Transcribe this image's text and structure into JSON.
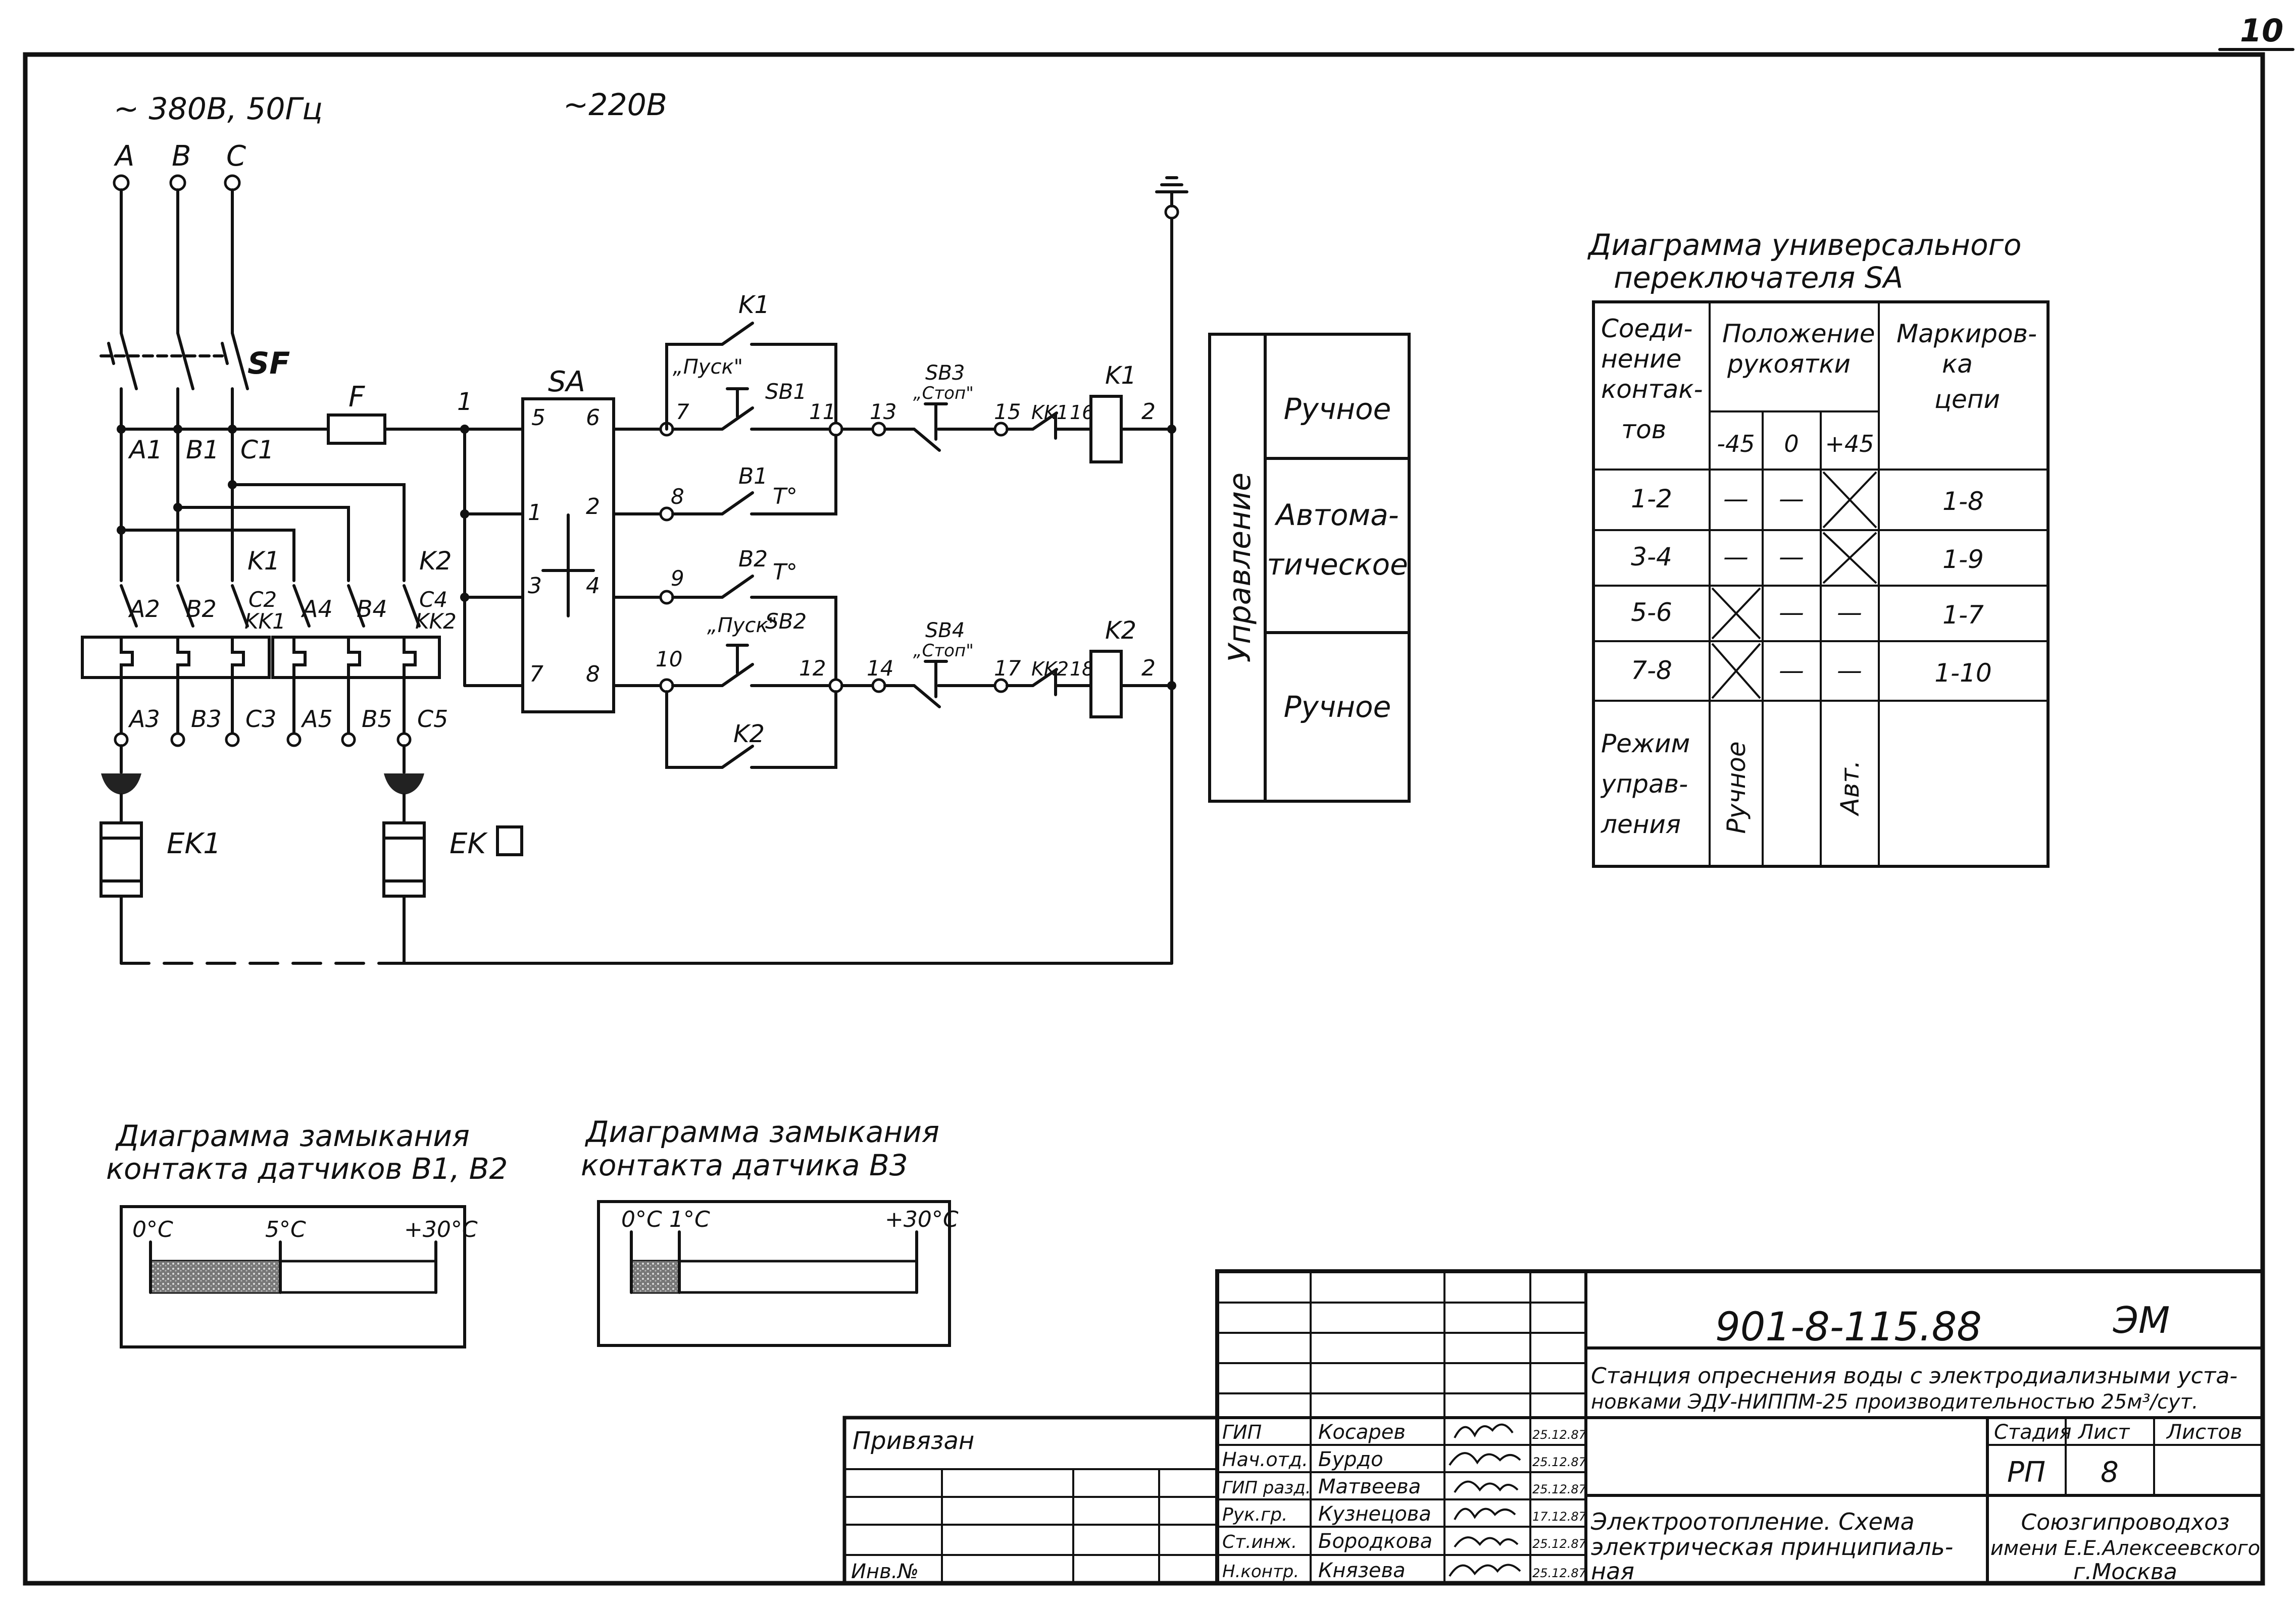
{
  "page_number": "10",
  "supply": {
    "three_phase": "~ 380В, 50Гц",
    "single_phase": "~220В",
    "phases": [
      "A",
      "B",
      "C"
    ]
  },
  "labels": {
    "sf": "SF",
    "fuse": "F",
    "sa": "SA",
    "a1": "A1",
    "b1": "B1",
    "c1": "C1",
    "a2": "A2",
    "b2": "B2",
    "c2": "C2",
    "a4": "A4",
    "b4": "B4",
    "c4": "C4",
    "k1c": "K1",
    "k2c": "K2",
    "kk1": "KK1",
    "kk2": "KK2",
    "a3": "A3",
    "b3": "B3",
    "c3": "C3",
    "a5": "A5",
    "b5": "B5",
    "c5": "C5",
    "ek1": "EK1",
    "ek2": "EK",
    "sa_pins": [
      "5",
      "6",
      "1",
      "2",
      "3",
      "4",
      "7",
      "8"
    ],
    "nodes": {
      "n1": "1",
      "n7": "7",
      "n8": "8",
      "n9": "9",
      "n10": "10",
      "n11": "11",
      "n12": "12",
      "n13": "13",
      "n14": "14",
      "n15": "15",
      "n16": "16",
      "n17": "17",
      "n18": "18",
      "n2a": "2",
      "n2b": "2"
    },
    "k1_top": "K1",
    "k2_bot": "K2",
    "pusk1": "„Пуск\"",
    "sb1": "SB1",
    "pusk2": "„Пуск\"",
    "sb2": "SB2",
    "b1t": "B1",
    "tdeg1": "T°",
    "b2t": "B2",
    "tdeg2": "T°",
    "sb3": "SB3",
    "stop1": "„Стоп\"",
    "sb4": "SB4",
    "stop2": "„Стоп\"",
    "kk1r": "KK1",
    "kk2r": "KK2",
    "coil1": "K1",
    "coil2": "K2"
  },
  "control_panel": {
    "title": "Управление",
    "modes": [
      "Ручное",
      "Автома-\nтическое",
      "Ручное"
    ]
  },
  "sa_diagram": {
    "title_line1": "Диаграмма универсального",
    "title_line2": "переключателя SA",
    "col_connection": [
      "Соеди-",
      "нение",
      "контак-",
      "тов"
    ],
    "col_position": [
      "Положение",
      "рукоятки"
    ],
    "col_marking": [
      "Маркиров-",
      "ка",
      "цепи"
    ],
    "positions": [
      "-45",
      "0",
      "+45"
    ],
    "rows": [
      {
        "conn": "1-2",
        "cells": [
          "—",
          "—",
          "X"
        ],
        "mark": "1-8"
      },
      {
        "conn": "3-4",
        "cells": [
          "—",
          "—",
          "X"
        ],
        "mark": "1-9"
      },
      {
        "conn": "5-6",
        "cells": [
          "X",
          "—",
          "—"
        ],
        "mark": "1-7"
      },
      {
        "conn": "7-8",
        "cells": [
          "X",
          "—",
          "—"
        ],
        "mark": "1-10"
      }
    ],
    "mode_label": [
      "Режим",
      "управ-",
      "ления"
    ],
    "mode_manual": "Ручное",
    "mode_auto": "Авт."
  },
  "closing_diagram_1": {
    "title_line1": "Диаграмма замыкания",
    "title_line2": "контакта датчиков B1, B2",
    "ticks": [
      "0°C",
      "5°C",
      "+30°C"
    ],
    "closed_fraction": 0.4545
  },
  "closing_diagram_2": {
    "title_line1": "Диаграмма замыкания",
    "title_line2": "контакта датчика B3",
    "ticks": [
      "0°C",
      "1°C",
      "+30°C"
    ],
    "closed_fraction": 0.167
  },
  "title_block": {
    "doc_code": "901-8-115.88",
    "doc_mark": "ЭМ",
    "project_title": "Станция опреснения воды с электродиализными уста-\nновками ЭДУ-НИППМ-25 производительностью 25м³/сут.",
    "sheet_title": "Электроотопление. Схема\nэлектрическая принципиаль-\nная",
    "stage_header": "Стадия",
    "sheet_header": "Лист",
    "sheets_header": "Листов",
    "stage": "РП",
    "sheet": "8",
    "sheets": "",
    "organization": "Союзгипроводхоз\nимени Е.Е.Алексеевского\nг.Москва",
    "privyazan": "Привязан",
    "inv_no": "Инв.№",
    "staff": [
      {
        "role": "ГИП",
        "name": "Косарев",
        "date": "25.12.87"
      },
      {
        "role": "Нач.отд.",
        "name": "Бурдо",
        "date": "25.12.87"
      },
      {
        "role": "ГИП разд.",
        "name": "Матвеева",
        "date": "25.12.87"
      },
      {
        "role": "Рук.гр.",
        "name": "Кузнецова",
        "date": "17.12.87"
      },
      {
        "role": "Ст.инж.",
        "name": "Бородкова",
        "date": "25.12.87"
      },
      {
        "role": "Н.контр.",
        "name": "Князева",
        "date": "25.12.87"
      }
    ]
  },
  "colors": {
    "line": "#111111",
    "paper": "#ffffff",
    "shade": "#8a8a8a"
  }
}
